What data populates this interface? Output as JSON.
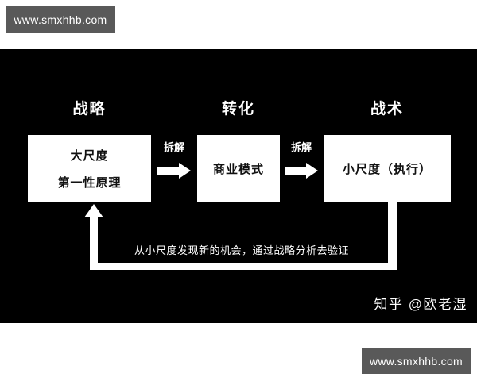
{
  "watermarks": {
    "top_left": "www.smxhhb.com",
    "bottom_right": "www.smxhhb.com"
  },
  "diagram": {
    "columns": [
      {
        "header": "战略",
        "box_lines": [
          "大尺度",
          "第一性原理"
        ]
      },
      {
        "header": "转化",
        "box_lines": [
          "商业模式"
        ]
      },
      {
        "header": "战术",
        "box_lines": [
          "小尺度（执行）"
        ]
      }
    ],
    "arrows": [
      {
        "label": "拆解",
        "icon": "right-block-arrow"
      },
      {
        "label": "拆解",
        "icon": "right-block-arrow"
      }
    ],
    "feedback_loop": {
      "label": "从小尺度发现新的机会，通过战略分析去验证",
      "icon": "up-arrow"
    }
  },
  "credit": "知乎 @欧老湿",
  "colors": {
    "canvas_background": "#000000",
    "page_background": "#ffffff",
    "box_background": "#ffffff",
    "box_text": "#111111",
    "text_on_black": "#ffffff",
    "watermark_background": "#595959",
    "watermark_text": "#ffffff"
  }
}
